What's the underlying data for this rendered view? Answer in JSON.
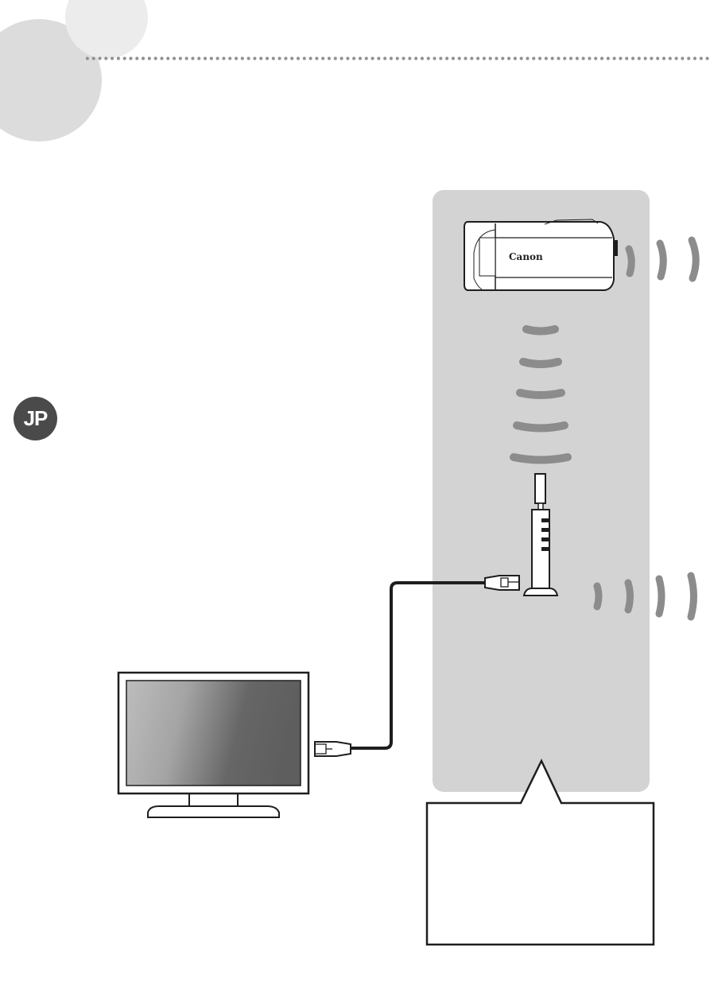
{
  "page": {
    "language_badge": "JP",
    "colors": {
      "panel_gray": "#d3d3d3",
      "decor_circle_dark": "#dcdcdc",
      "decor_circle_light": "#ececec",
      "dots": "#8f8f8f",
      "badge": "#4a4a4a",
      "waves": "#8c8c8c",
      "outline": "#1e1e1e"
    }
  },
  "diagram": {
    "camera": {
      "brand_label": "Canon"
    },
    "router": {
      "indicator_lights": 4
    },
    "wireless_waves": {
      "camera_right": 3,
      "camera_to_router": 5,
      "router_right": 4
    },
    "cable": {
      "type": "LAN cable"
    },
    "tv": {
      "stand": true
    },
    "callout_box": {
      "text": ""
    }
  }
}
